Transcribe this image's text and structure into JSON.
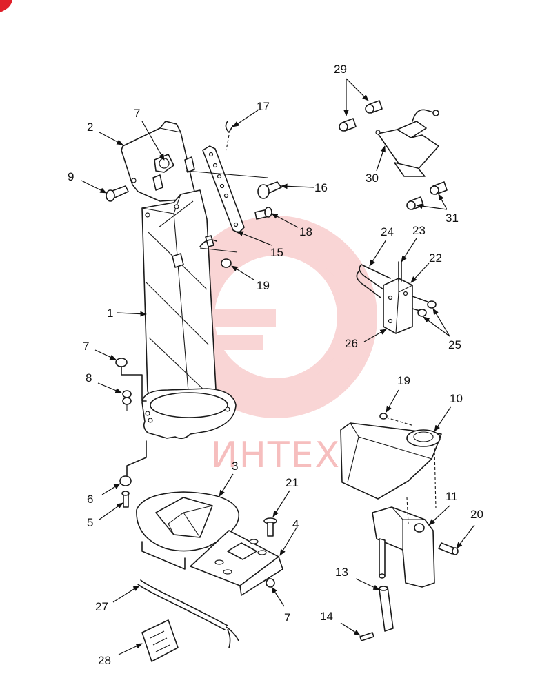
{
  "watermark": {
    "text": "ИНТЕХ",
    "color": "#f08a8a",
    "gear_color": "#f5b3b3"
  },
  "corner_mark_color": "#e0202a",
  "callouts": [
    {
      "id": "c1",
      "label": "1"
    },
    {
      "id": "c2",
      "label": "2"
    },
    {
      "id": "c3",
      "label": "3"
    },
    {
      "id": "c4",
      "label": "4"
    },
    {
      "id": "c5",
      "label": "5"
    },
    {
      "id": "c6",
      "label": "6"
    },
    {
      "id": "c7a",
      "label": "7"
    },
    {
      "id": "c7b",
      "label": "7"
    },
    {
      "id": "c7c",
      "label": "7"
    },
    {
      "id": "c8",
      "label": "8"
    },
    {
      "id": "c9",
      "label": "9"
    },
    {
      "id": "c10",
      "label": "10"
    },
    {
      "id": "c11",
      "label": "11"
    },
    {
      "id": "c13",
      "label": "13"
    },
    {
      "id": "c14",
      "label": "14"
    },
    {
      "id": "c15",
      "label": "15"
    },
    {
      "id": "c16",
      "label": "16"
    },
    {
      "id": "c17",
      "label": "17"
    },
    {
      "id": "c18",
      "label": "18"
    },
    {
      "id": "c19a",
      "label": "19"
    },
    {
      "id": "c19b",
      "label": "19"
    },
    {
      "id": "c20",
      "label": "20"
    },
    {
      "id": "c21",
      "label": "21"
    },
    {
      "id": "c22",
      "label": "22"
    },
    {
      "id": "c23",
      "label": "23"
    },
    {
      "id": "c24",
      "label": "24"
    },
    {
      "id": "c25",
      "label": "25"
    },
    {
      "id": "c26",
      "label": "26"
    },
    {
      "id": "c27",
      "label": "27"
    },
    {
      "id": "c28",
      "label": "28"
    },
    {
      "id": "c29",
      "label": "29"
    },
    {
      "id": "c30",
      "label": "30"
    },
    {
      "id": "c31",
      "label": "31"
    }
  ]
}
